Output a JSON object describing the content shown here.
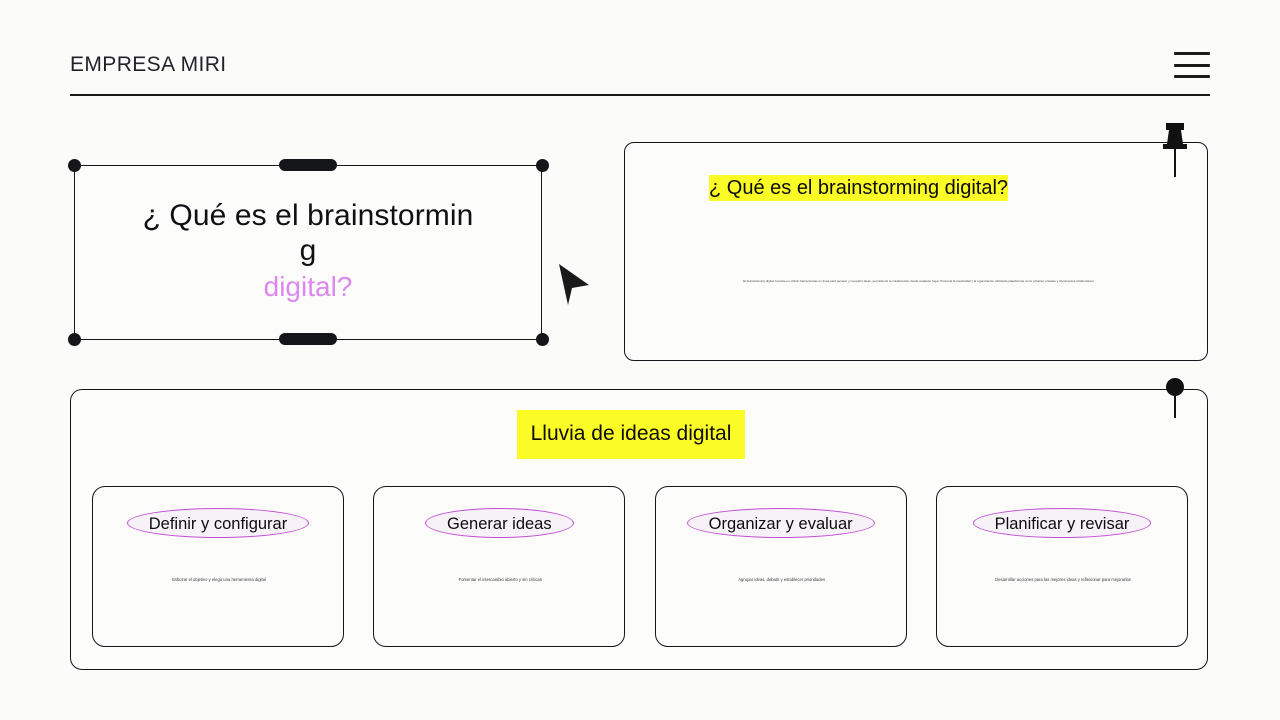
{
  "header": {
    "title": "EMPRESA MIRI",
    "menu_icon": "hamburger-menu-icon"
  },
  "title_box": {
    "line1": "¿ Qué es el brainstormin",
    "line1_wrap": "g",
    "line2": "digital?",
    "line2_color": "#dd88ee",
    "selected": true
  },
  "cursor": {
    "icon": "cursor-arrow-icon"
  },
  "right_panel": {
    "heading": "¿ Qué es el brainstorming digital?",
    "heading_highlight_color": "#fbfb26",
    "paragraph": "El brainstorming digital consiste en utilizar herramientas en línea para generar y compartir ideas, permitiendo la colaboración desde cualquier lugar. Potencia la creatividad y la organización utilizando plataformas como pizarras virtuales y documentos colaborativos.",
    "pin_icon": "pushpin-icon"
  },
  "bottom_panel": {
    "heading": "Lluvia de ideas digital",
    "heading_highlight_color": "#fbfb26",
    "pin_icon": "round-pin-icon",
    "cards": [
      {
        "title": "Definir y configurar",
        "description": "Esbozar el objetivo y elegir una herramienta digital"
      },
      {
        "title": "Generar ideas",
        "description": "Fomentar el intercambio abierto y sin críticas"
      },
      {
        "title": "Organizar y evaluar",
        "description": "Agrupar ideas, debatir y establecer prioridades"
      },
      {
        "title": "Planificar y revisar",
        "description": "Desarrollar acciones para las mejores ideas y reflexionar para mejorarlas"
      }
    ]
  },
  "colors": {
    "background": "#fbfbfa",
    "ink": "#15161a",
    "accent_pink": "#c24fd4",
    "highlight_yellow": "#fbfb26"
  }
}
